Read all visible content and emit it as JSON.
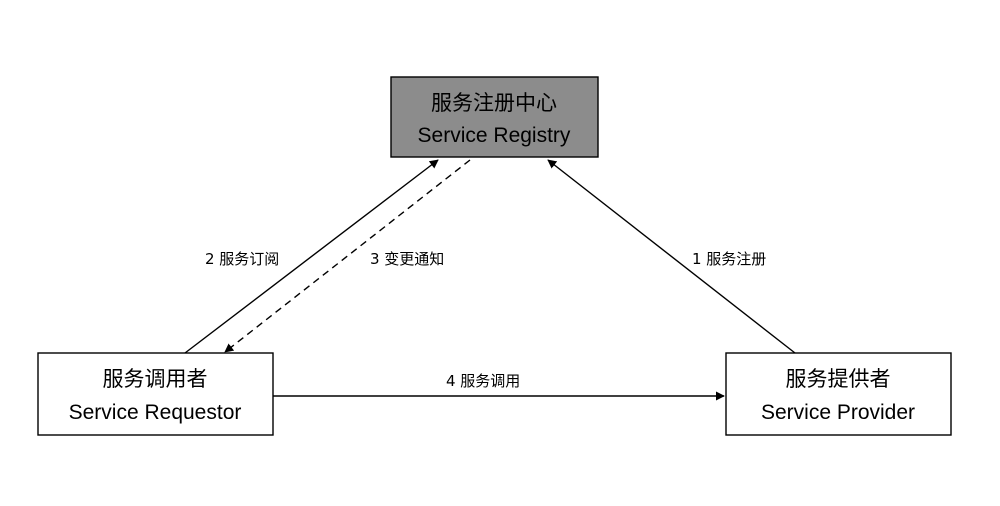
{
  "colors": {
    "registry_fill": "#8c8c8c",
    "node_fill": "#ffffff",
    "stroke": "#000000"
  },
  "nodes": {
    "registry": {
      "title_cn": "服务注册中心",
      "title_en": "Service Registry"
    },
    "requestor": {
      "title_cn": "服务调用者",
      "title_en": "Service Requestor"
    },
    "provider": {
      "title_cn": "服务提供者",
      "title_en": "Service Provider"
    }
  },
  "edges": {
    "register": {
      "label": "1 服务注册",
      "style": "solid"
    },
    "subscribe": {
      "label": "2 服务订阅",
      "style": "solid"
    },
    "notify": {
      "label": "3 变更通知",
      "style": "dashed"
    },
    "invoke": {
      "label": "4 服务调用",
      "style": "solid"
    }
  }
}
